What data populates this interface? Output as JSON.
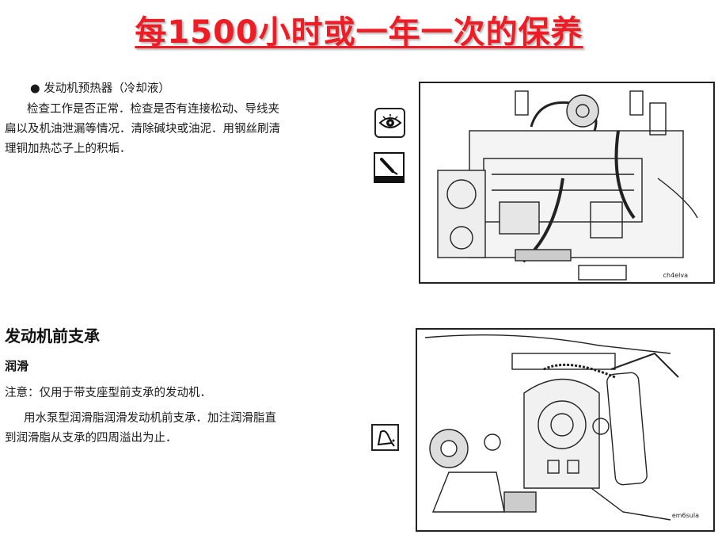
{
  "title": "每1500小时或一年一次的保养",
  "section1": {
    "bullet": "●",
    "heading": "发动机预热器（冷却液）",
    "lines": [
      "检查工作是否正常．检查是否有连接松动、导线夹",
      "扁以及机油泄漏等情况．清除碱块或油泥．用钢丝刷清",
      "理铜加热芯子上的积垢．"
    ],
    "figure_caption": "ch4elva"
  },
  "section2": {
    "heading": "发动机前支承",
    "subheading": "润滑",
    "note": "注意：仅用于带支座型前支承的发动机．",
    "lines": [
      "用水泵型润滑脂润滑发动机前支承．加注润滑脂直",
      "到润滑脂从支承的四周溢出为止．"
    ],
    "figure_caption": "em6sula"
  },
  "colors": {
    "title": "#ee1c24",
    "text": "#1a1a1a",
    "border": "#222222"
  },
  "icons": [
    "eye-icon",
    "screwdriver-icon",
    "grease-icon"
  ]
}
